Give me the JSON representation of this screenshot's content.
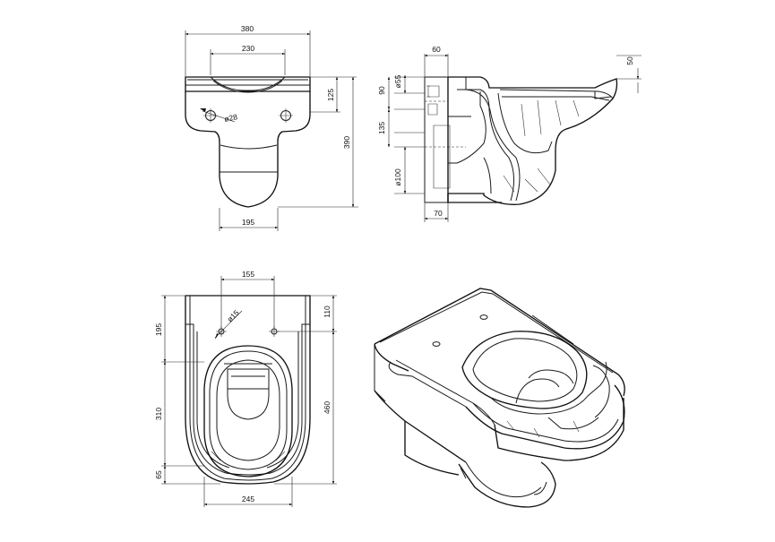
{
  "front_view": {
    "width_overall": "380",
    "width_seat": "230",
    "height_overall": "390",
    "height_upper": "125",
    "hole_diameter": "ø28",
    "base_width": "195"
  },
  "side_section": {
    "top_offset": "60",
    "right_height": "50",
    "diameter_inlet": "ø55",
    "height_inlet": "90",
    "height_outlet": "135",
    "diameter_outlet": "ø100",
    "bottom_offset": "70"
  },
  "top_view": {
    "hole_spacing": "155",
    "hole_diameter": "ø15",
    "hole_offset": "110",
    "left_upper": "195",
    "left_middle": "310",
    "left_lower": "65",
    "overall_length": "460",
    "bowl_width": "245"
  }
}
